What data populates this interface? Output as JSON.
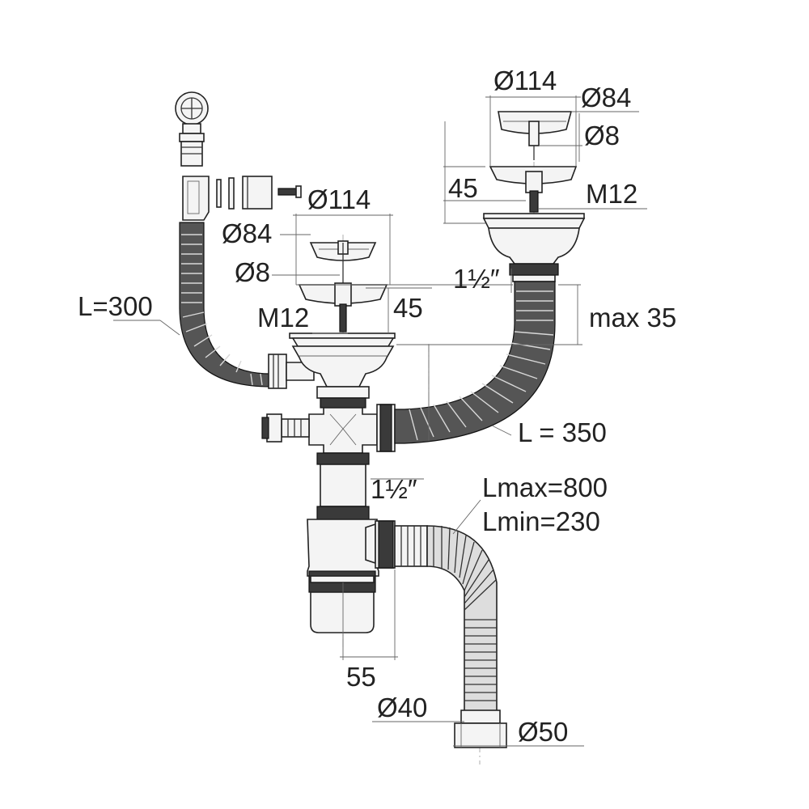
{
  "labels": {
    "right_bowl_outer_diameter": "Ø114",
    "right_bowl_basket_diameter": "Ø84",
    "right_bowl_pin_diameter": "Ø8",
    "right_bowl_height": "45",
    "right_bowl_thread": "M12",
    "left_bowl_outer_diameter": "Ø114",
    "left_bowl_basket_diameter": "Ø84",
    "left_bowl_pin_diameter": "Ø8",
    "left_bowl_height": "45",
    "left_bowl_thread": "M12",
    "overflow_hose_length": "L=300",
    "right_outlet_thread": "1½″",
    "max_height": "max 35",
    "connecting_hose_length": "L = 350",
    "trap_thread": "1½″",
    "flexible_hose_max": "Lmax=800",
    "flexible_hose_min": "Lmin=230",
    "trap_offset": "55",
    "outlet_inner_diameter": "Ø40",
    "outlet_outer_diameter": "Ø50"
  }
}
